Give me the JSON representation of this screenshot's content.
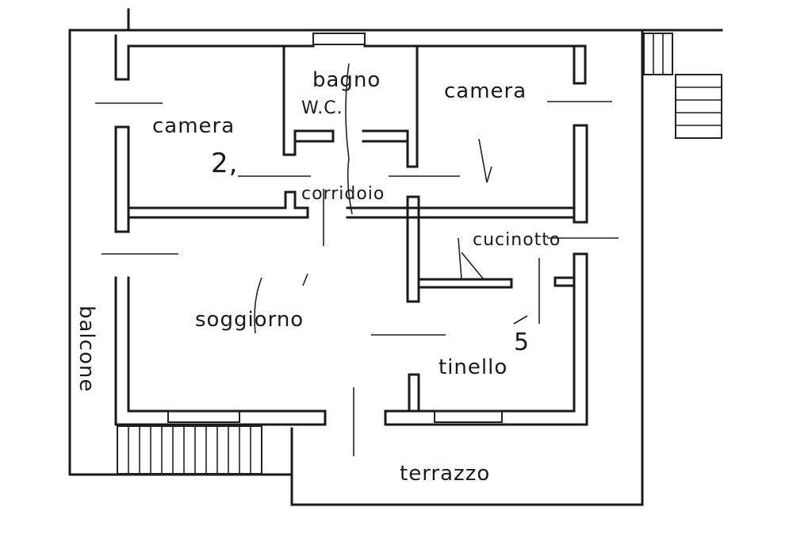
{
  "rooms": {
    "bagno": "bagno",
    "wc": "W.C.",
    "camera_left": "camera",
    "camera_right": "camera",
    "corridoio": "corridoio",
    "cucinotto": "cucinotto",
    "soggiorno": "soggiorno",
    "tinello": "tinello",
    "balcone": "balcone",
    "terrazzo": "terrazzo"
  },
  "annotations": {
    "camera_left_number": "2,",
    "tinello_number": "5"
  }
}
